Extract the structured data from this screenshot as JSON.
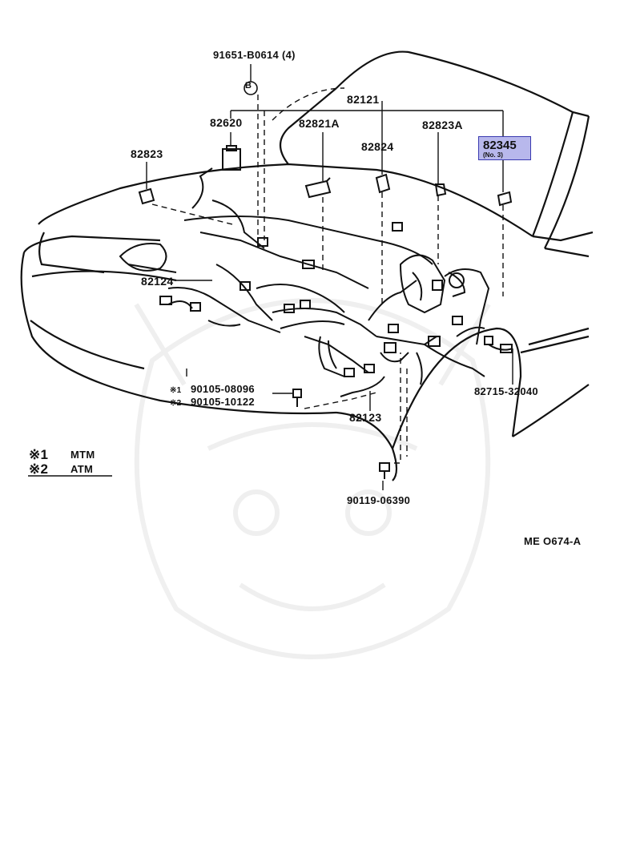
{
  "diagram": {
    "part_numbers": {
      "bolt_top": "91651-B0614 (4)",
      "main_harness": "82121",
      "p82620": "82620",
      "p82821a": "82821A",
      "p82823a": "82823A",
      "p82824": "82824",
      "p82823": "82823",
      "p82124": "82124",
      "p82123": "82123",
      "p82715": "82715-32040",
      "bolt_mtm": "90105-08096",
      "bolt_atm": "90105-10122",
      "bolt_bottom": "90119-06390"
    },
    "highlight": {
      "number": "82345",
      "sub": "(No. 3)"
    },
    "bolt_callout": "B",
    "legend": {
      "mark1": "※1",
      "mark2": "※2",
      "mtm": "MTM",
      "atm": "ATM"
    },
    "drawing_code": "ME O674-A"
  }
}
